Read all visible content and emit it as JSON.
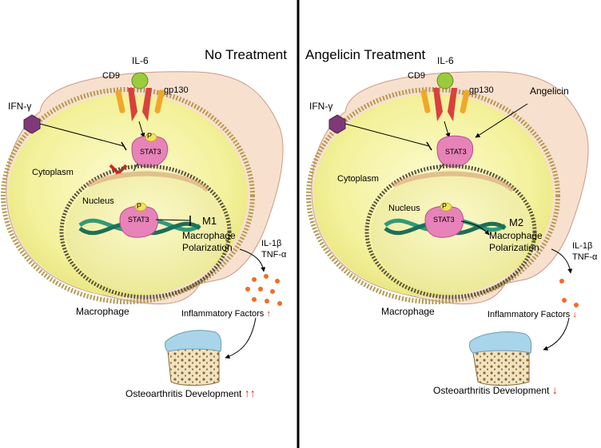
{
  "panels": [
    {
      "title": "No Treatment",
      "cd9": "CD9",
      "il6": "IL-6",
      "gp130": "gp130",
      "ifng": "IFN-γ",
      "stat3_cyto": "STAT3",
      "phospho": "P",
      "cytoplasm": "Cytoplasm",
      "nucleus": "Nucleus",
      "stat3_nuc": "STAT3",
      "polarization_type": "M1",
      "polarization_line1": "Macrophage",
      "polarization_line2": "Polarization",
      "il1b": "IL-1β",
      "tnfa": "TNF-α",
      "macrophage": "Macrophage",
      "inflammatory": "Inflammatory Factors",
      "inflammatory_trend": "↑",
      "oa": "Osteoarthritis Development",
      "oa_trend": "↑↑"
    },
    {
      "title": "Angelicin Treatment",
      "cd9": "CD9",
      "il6": "IL-6",
      "gp130": "gp130",
      "ifng": "IFN-γ",
      "angelicin": "Angelicin",
      "stat3_cyto": "STAT3",
      "cytoplasm": "Cytoplasm",
      "nucleus": "Nucleus",
      "stat3_nuc": "STAT3",
      "phospho": "P",
      "polarization_type": "M2",
      "polarization_line1": "Macrophage",
      "polarization_line2": "Polarization",
      "il1b": "IL-1β",
      "tnfa": "TNF-α",
      "macrophage": "Macrophage",
      "inflammatory": "Inflammatory Factors",
      "inflammatory_trend": "↓",
      "oa": "Osteoarthritis Development",
      "oa_trend": "↓"
    }
  ],
  "colors": {
    "cytoplasm": "#f5f3a0",
    "nucleus": "#f2f0a6",
    "cell_outer": "#f8e0cf",
    "receptor_red": "#d9413c",
    "receptor_orange": "#f0a72a",
    "ligand_green": "#9bcb3c",
    "ifng_purple": "#7e3a78",
    "stat3_pink": "#e783b8",
    "phospho_yellow": "#f2e35b",
    "dna_green": "#2f9a7b",
    "factor_dots": "#f26c2a",
    "inhibit_cross": "#e0201a",
    "bone_top": "#a9d4ea",
    "bone_body": "#f2e3c0"
  }
}
